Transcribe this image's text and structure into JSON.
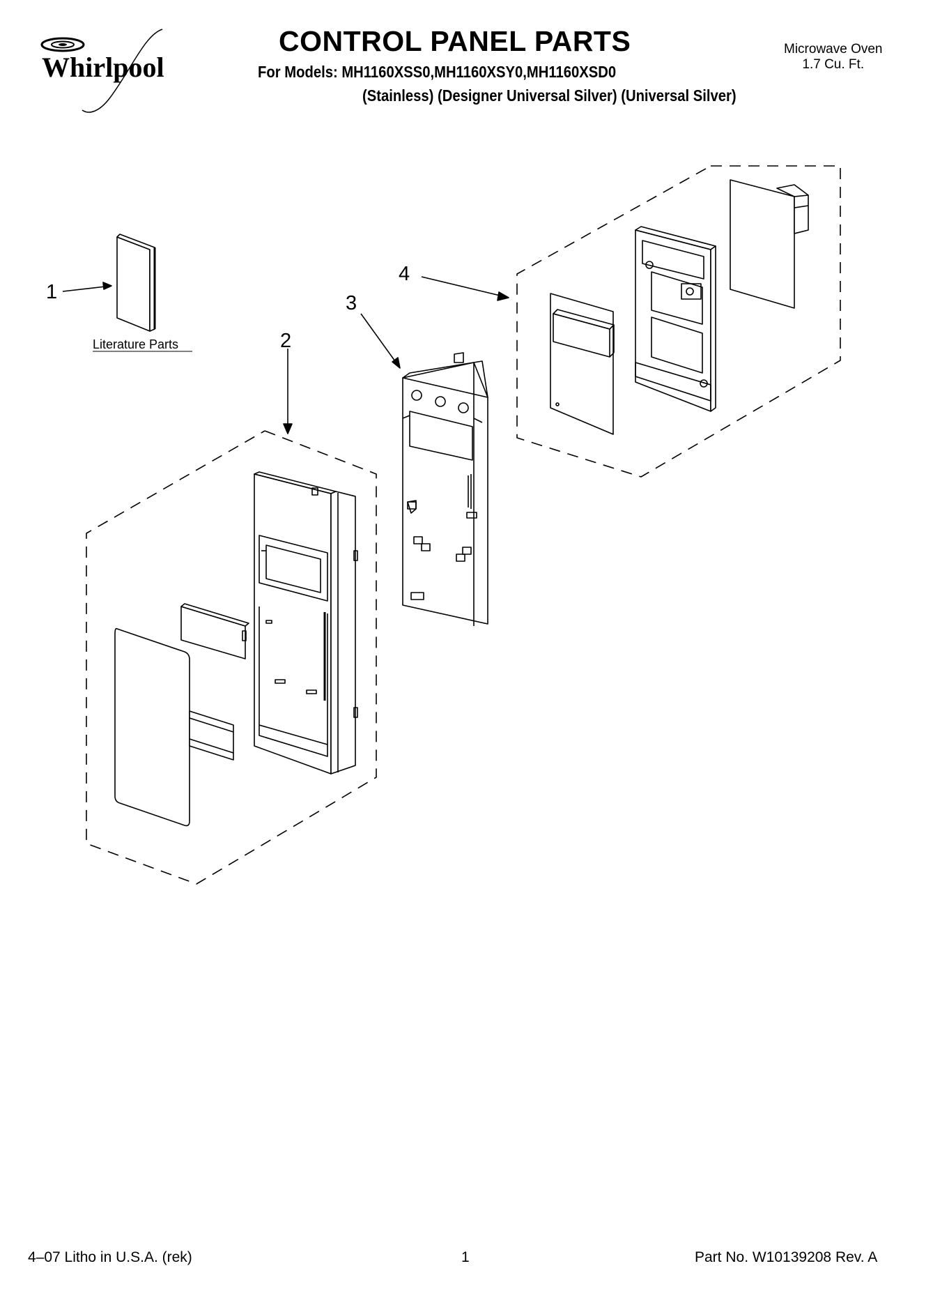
{
  "brand": {
    "logo_text": "Whirlpool"
  },
  "header": {
    "title": "CONTROL PANEL PARTS",
    "models": "For Models: MH1160XSS0,MH1160XSY0,MH1160XSD0",
    "variants": "(Stainless) (Designer Universal Silver) (Universal Silver)",
    "product_line1": "Microwave Oven",
    "product_line2": "1.7 Cu. Ft."
  },
  "callouts": {
    "item1": "1",
    "item2": "2",
    "item3": "3",
    "item4": "4",
    "literature_label": "Literature Parts"
  },
  "footer": {
    "litho": "4–07 Litho in U.S.A. (rek)",
    "page": "1",
    "part_no": "Part No. W10139208 Rev. A"
  },
  "colors": {
    "ink": "#000000",
    "paper": "#ffffff"
  }
}
